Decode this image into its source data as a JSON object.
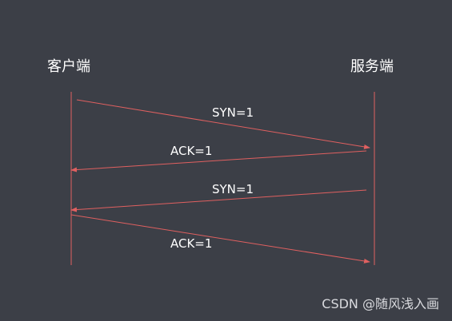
{
  "actors": {
    "client": "客户端",
    "server": "服务端"
  },
  "messages": [
    {
      "label": "SYN=1",
      "from": "client",
      "to": "server"
    },
    {
      "label": "ACK=1",
      "from": "server",
      "to": "client"
    },
    {
      "label": "SYN=1",
      "from": "server",
      "to": "client"
    },
    {
      "label": "ACK=1",
      "from": "client",
      "to": "server"
    }
  ],
  "watermark": "CSDN @随风浅入画",
  "colors": {
    "background": "#3c3f47",
    "lifeline": "#e06060",
    "arrow": "#e06060",
    "text": "#ffffff"
  }
}
